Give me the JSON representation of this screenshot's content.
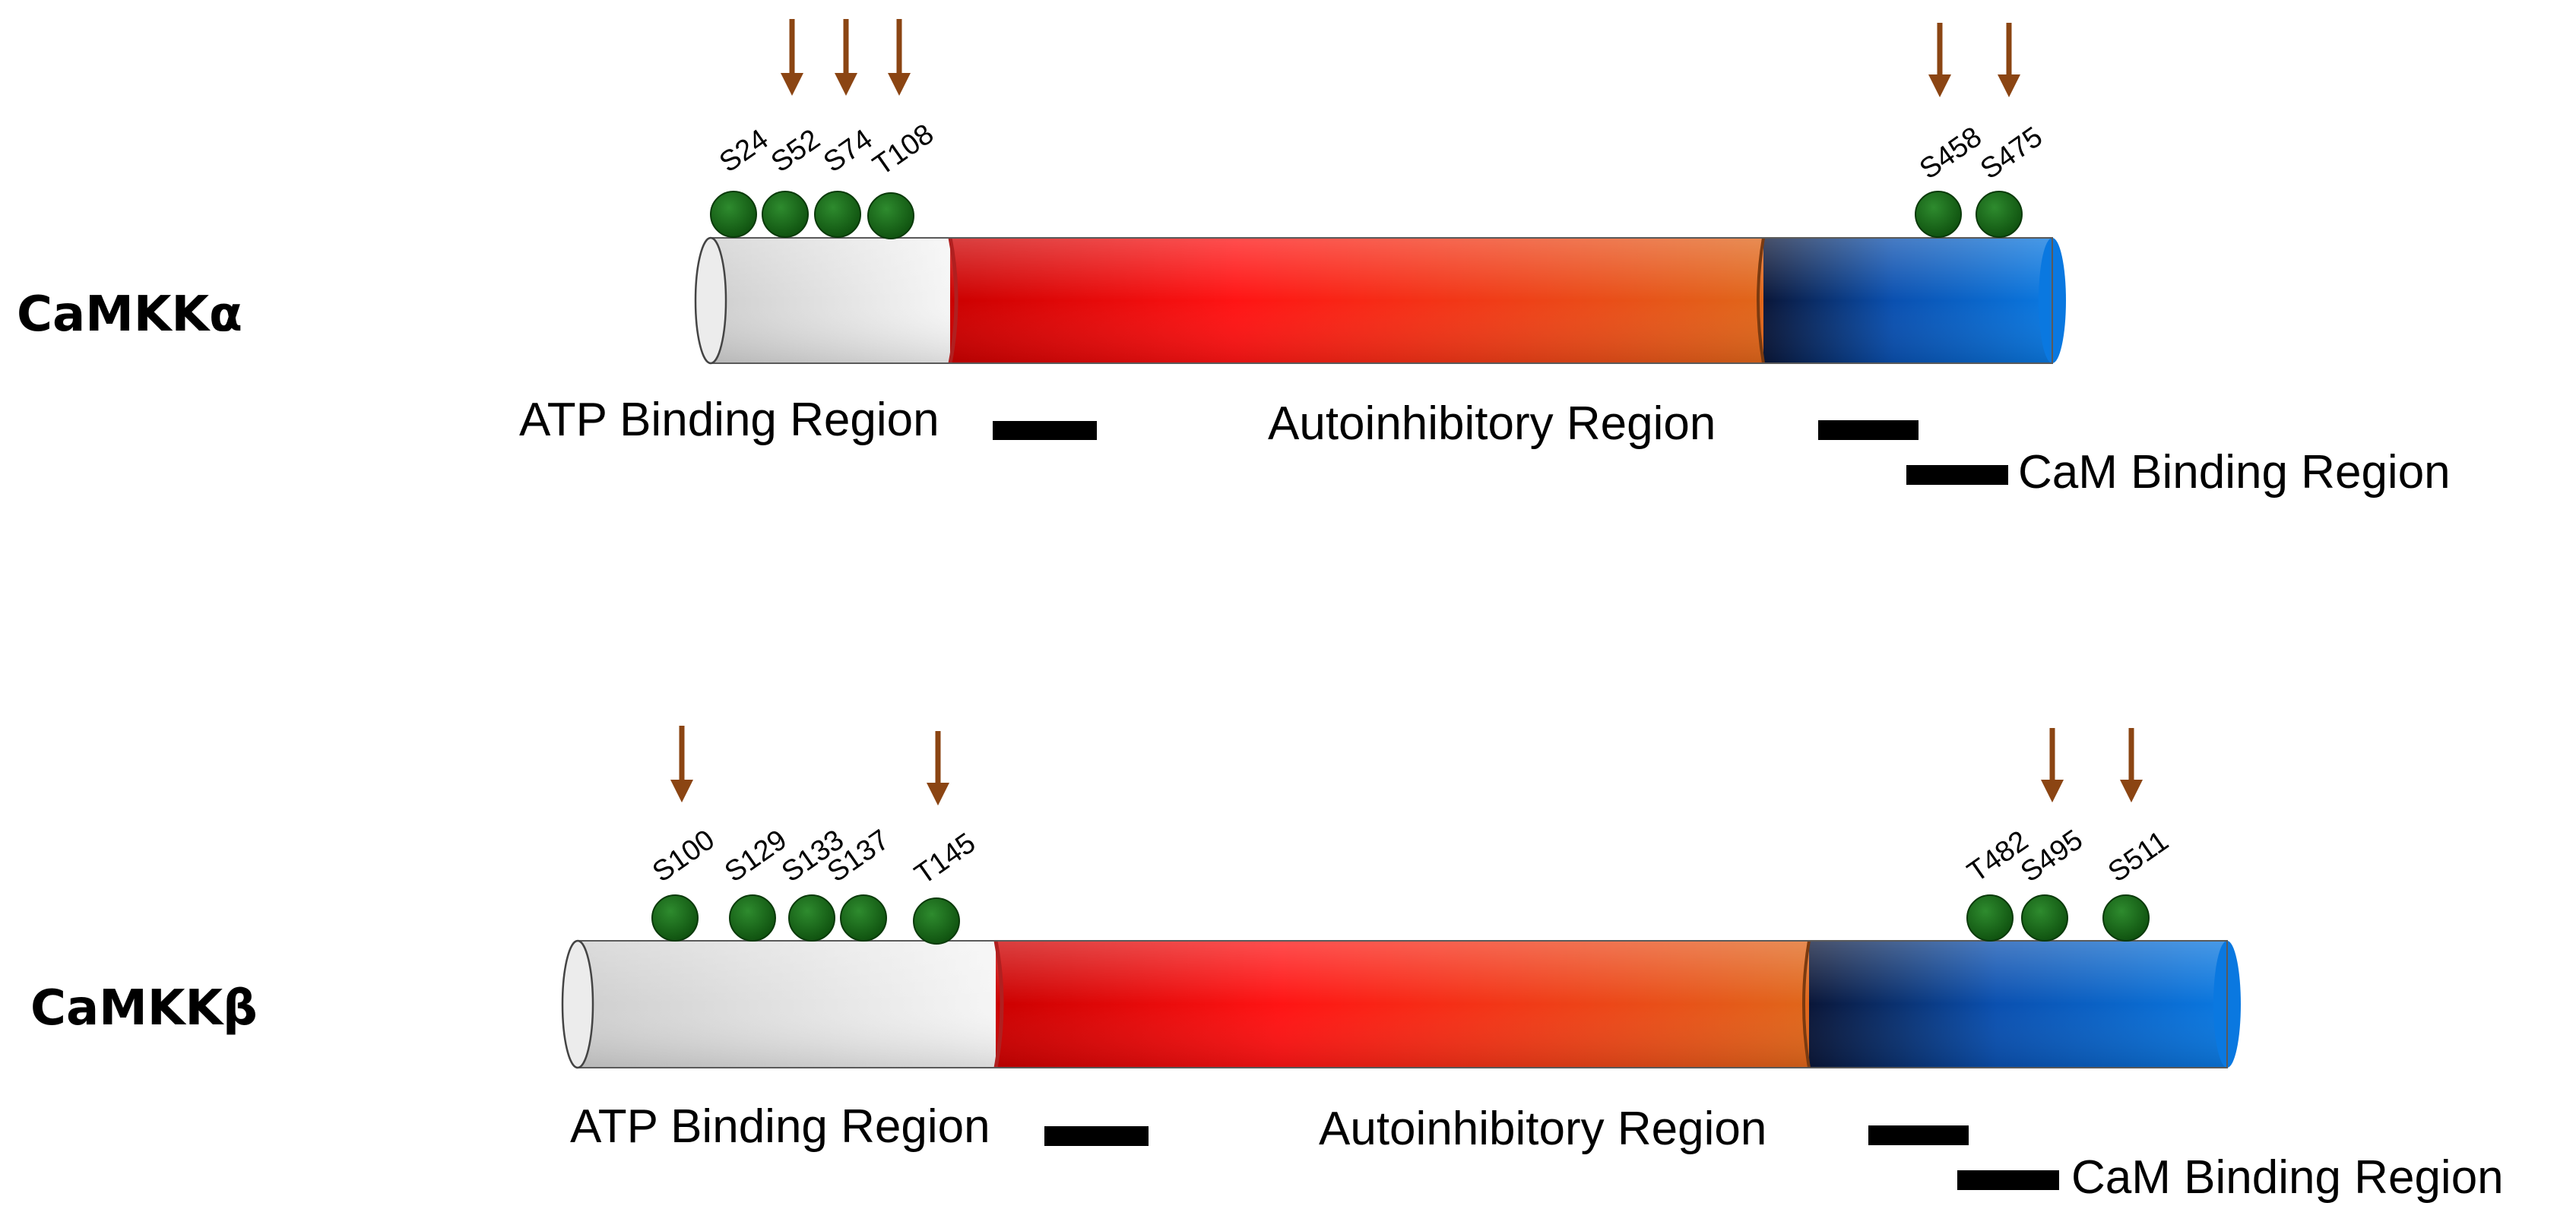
{
  "figure": {
    "colors": {
      "background": "#ffffff",
      "phospho_dot": "#1e6b1e",
      "phospho_dot_edge": "#0a3a0a",
      "arrow": "#8b4513",
      "region_bar": "#000000",
      "segment_gray": [
        "#cfcfcf",
        "#f5f5f5"
      ],
      "segment_red": [
        "#d40000",
        "#ff1a1a",
        "#e06010"
      ],
      "segment_blue": [
        "#0a1a40",
        "#0060c8",
        "#0078e0"
      ]
    }
  },
  "proteins": [
    {
      "id": "alpha",
      "name": "CaMKKα",
      "sites": [
        {
          "label": "S24",
          "arrow": true
        },
        {
          "label": "S52",
          "arrow": true
        },
        {
          "label": "S74",
          "arrow": true
        },
        {
          "label": "T108",
          "arrow": false
        },
        {
          "label": "S458",
          "arrow": true
        },
        {
          "label": "S475",
          "arrow": true
        }
      ],
      "regions": [
        "ATP Binding Region",
        "Autoinhibitory Region",
        "CaM Binding Region"
      ]
    },
    {
      "id": "beta",
      "name": "CaMKKβ",
      "sites": [
        {
          "label": "S100",
          "arrow": true
        },
        {
          "label": "S129",
          "arrow": false
        },
        {
          "label": "S133",
          "arrow": false
        },
        {
          "label": "S137",
          "arrow": false
        },
        {
          "label": "T145",
          "arrow": true
        },
        {
          "label": "T482",
          "arrow": false
        },
        {
          "label": "S495",
          "arrow": true
        },
        {
          "label": "S511",
          "arrow": true
        }
      ],
      "regions": [
        "ATP Binding Region",
        "Autoinhibitory Region",
        "CaM Binding Region"
      ]
    }
  ]
}
